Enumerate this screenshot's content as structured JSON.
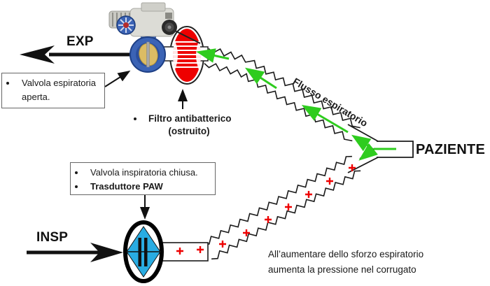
{
  "labels": {
    "exp": "EXP",
    "insp": "INSP",
    "patient": "PAZIENTE",
    "flow": "Flusso espiratorio"
  },
  "boxes": {
    "expiratory": {
      "item1": "Valvola espiratoria aperta."
    },
    "inspiratory": {
      "item1": "Valvola inspiratoria chiusa.",
      "item2": "Trasduttore PAW"
    }
  },
  "filter_label": {
    "line1": "Filtro antibatterico",
    "line2": "(ostruito)"
  },
  "caption": {
    "line1": "All’aumentare dello sforzo espiratorio",
    "line2": "aumenta la pressione nel corrugato"
  },
  "colors": {
    "flow_green": "#2ECC1E",
    "pressure_red": "#EE0000",
    "valve_cyan": "#29ACE2",
    "valve_blue": "#3B63B5",
    "valve_blue_dark": "#1D3F85",
    "disc_yellow": "#DCBC64",
    "outline": "#1A1A1A"
  }
}
